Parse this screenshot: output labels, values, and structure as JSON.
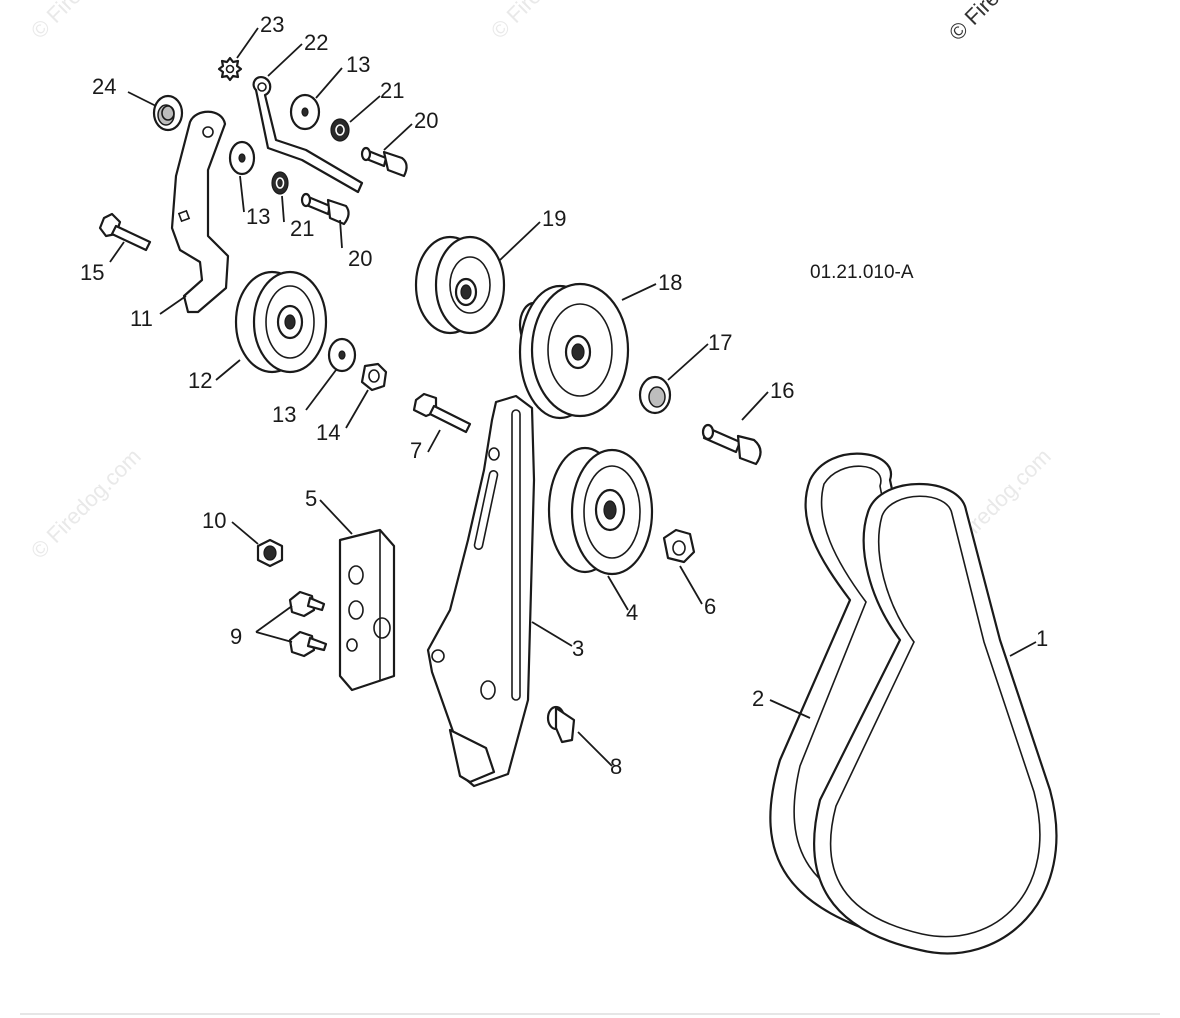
{
  "diagram": {
    "reference_code": "01.21.010-A",
    "watermarks": [
      "© Firedog.com",
      "© Firedog.com",
      "© Firedog.com",
      "© Firedog.com",
      "© Fire"
    ],
    "callouts": [
      "1",
      "2",
      "3",
      "4",
      "5",
      "6",
      "7",
      "8",
      "9",
      "10",
      "11",
      "12",
      "13",
      "13",
      "13",
      "14",
      "15",
      "16",
      "17",
      "18",
      "19",
      "20",
      "20",
      "21",
      "21",
      "22",
      "23",
      "24"
    ]
  }
}
